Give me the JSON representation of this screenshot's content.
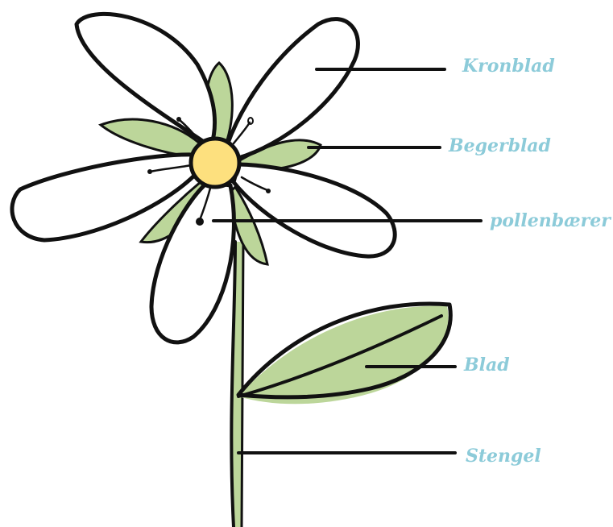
{
  "labels": {
    "petal": "Kronblad",
    "sepal": "Begerblad",
    "stamen": "pollenbærer",
    "leaf": "Blad",
    "stem": "Stengel"
  },
  "colors": {
    "label_text": "#8ccbd9",
    "green_fill": "#bcd69a",
    "flower_center": "#fde07e",
    "outline": "#111111",
    "petal_fill": "#ffffff"
  }
}
